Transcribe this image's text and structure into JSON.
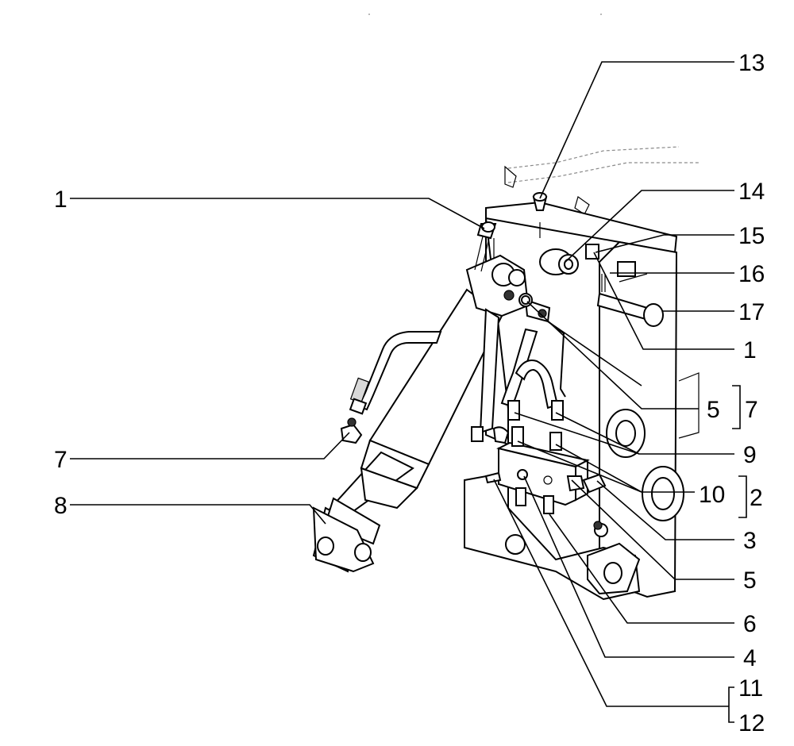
{
  "callouts": [
    {
      "id": "c1a",
      "label": "1"
    },
    {
      "id": "c1b",
      "label": "1"
    },
    {
      "id": "c2",
      "label": "2"
    },
    {
      "id": "c3",
      "label": "3"
    },
    {
      "id": "c4",
      "label": "4"
    },
    {
      "id": "c5a",
      "label": "5"
    },
    {
      "id": "c5b",
      "label": "5"
    },
    {
      "id": "c6",
      "label": "6"
    },
    {
      "id": "c7a",
      "label": "7"
    },
    {
      "id": "c7b",
      "label": "7"
    },
    {
      "id": "c8",
      "label": "8"
    },
    {
      "id": "c9",
      "label": "9"
    },
    {
      "id": "c10",
      "label": "10"
    },
    {
      "id": "c11",
      "label": "11"
    },
    {
      "id": "c12",
      "label": "12"
    },
    {
      "id": "c13",
      "label": "13"
    },
    {
      "id": "c14",
      "label": "14"
    },
    {
      "id": "c15",
      "label": "15"
    },
    {
      "id": "c16",
      "label": "16"
    },
    {
      "id": "c17",
      "label": "17"
    }
  ]
}
